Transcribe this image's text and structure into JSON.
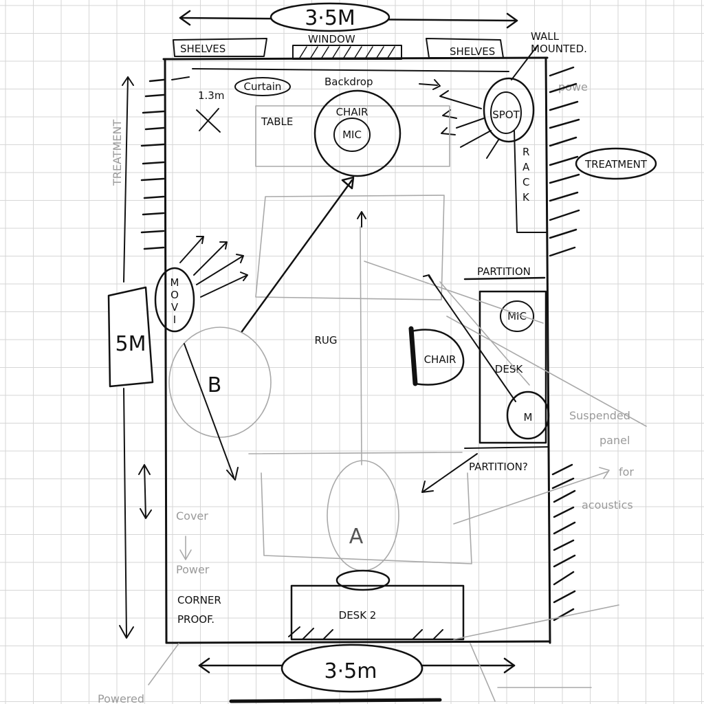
{
  "dimensions": {
    "top_width": "3·5M",
    "bottom_width": "3·5m",
    "left_length": "5M",
    "curtain_offset": "1.3m"
  },
  "labels": {
    "shelves_left": "SHELVES",
    "window": "WINDOW",
    "shelves_right": "SHELVES",
    "wall_mounted": "WALL MOUNTED.",
    "power_top": "powe",
    "curtain": "Curtain",
    "backdrop": "Backdrop",
    "table": "TABLE",
    "chair_top": "CHAIR",
    "mic_top": "MIC",
    "spot": "SPOT",
    "rack": "RACK",
    "treatment_right": "TREATMENT",
    "treatment_left": "TREATMENT",
    "partition_top": "PARTITION",
    "mic_desk": "MIC",
    "chair_mid": "CHAIR",
    "desk": "DESK",
    "monitor_right": "M",
    "movi": "MOVI",
    "rug": "RUG",
    "camera_b": "B",
    "camera_a": "A",
    "partition_bottom": "PARTITION?",
    "suspended_panel": "Suspended panel for acoustics",
    "cover_power": "Cover Power",
    "corner_proof": "CORNER PROOF.",
    "desk2": "DESK 2",
    "powered": "Powered"
  },
  "colors": {
    "ink": "#111111",
    "pencil": "#a9a9a9",
    "grid": "#d6d6d6"
  }
}
